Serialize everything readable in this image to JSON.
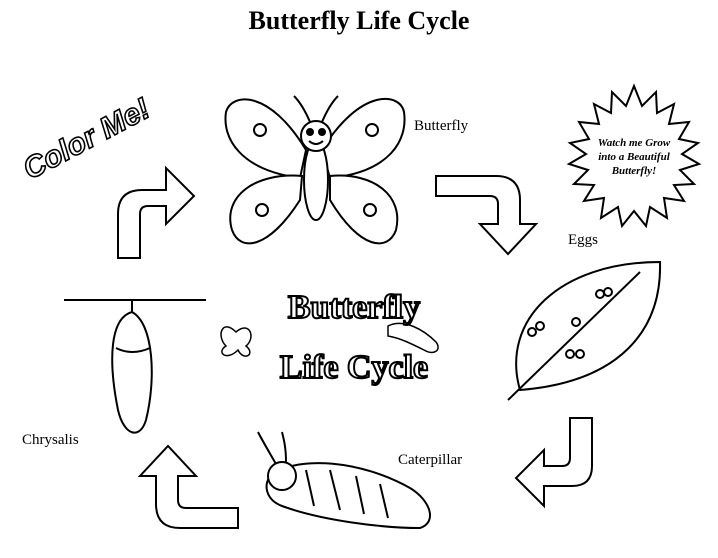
{
  "title": "Butterfly Life Cycle",
  "color_me": "Color Me!",
  "starburst": {
    "line1": "Watch me Grow",
    "line2": "into a Beautiful",
    "line3": "Butterfly!"
  },
  "center_title": {
    "line1": "Butterfly",
    "line2": "Life Cycle"
  },
  "stages": {
    "butterfly": "Butterfly",
    "eggs": "Eggs",
    "caterpillar": "Caterpillar",
    "chrysalis": "Chrysalis"
  }
}
